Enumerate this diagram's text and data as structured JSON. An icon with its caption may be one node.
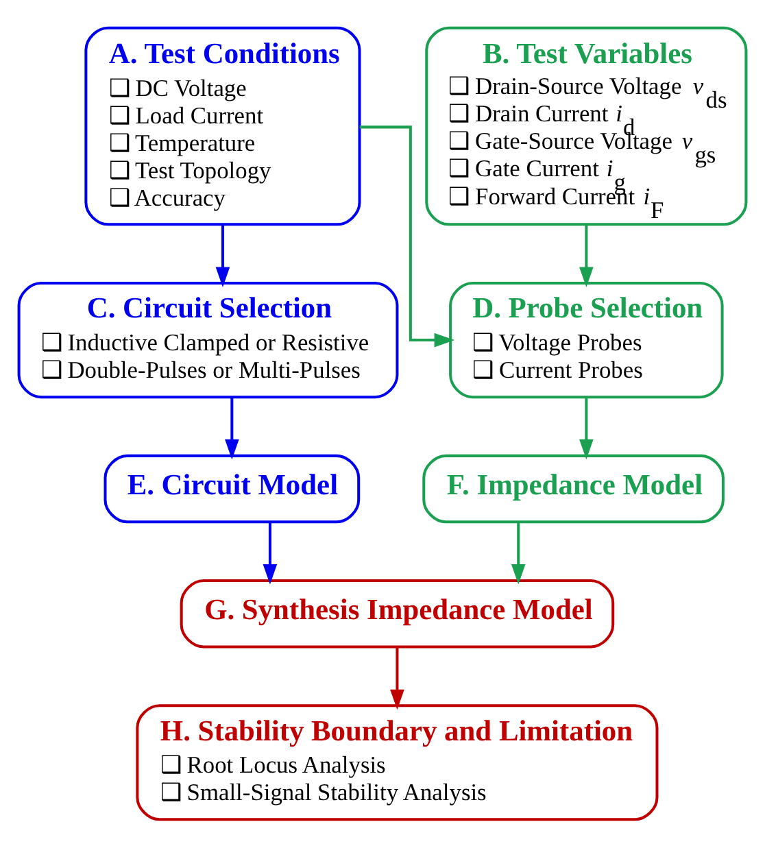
{
  "diagram": {
    "nodes": [
      {
        "text": [
          "A. Test Conditions",
          "❑ DC Voltage",
          "❑ Load Current",
          "❑ Temperature",
          "❑ Test Topology",
          "❑ Accuracy"
        ]
      },
      {
        "text": [
          "B. Test Variables",
          "❑ Drain-Source Voltage *v*$_{ds}$",
          "❑ Drain Current *i*$_{d}$",
          "❑ Gate-Source Voltage *v*$_{gs}$",
          "❑ Gate Current *i*$_{g}$",
          "❑ Forward Current *i*$_{F}$"
        ]
      },
      {
        "text": [
          "C. Circuit Selection",
          "❑ Inductive Clamped or Resistive",
          "❑ Double-Pulses or Multi-Pulses"
        ]
      },
      {
        "text": [
          "D. Probe Selection",
          "❑ Voltage Probes",
          "❑ Current Probes"
        ]
      },
      {
        "text": [
          "E. Circuit Model"
        ]
      },
      {
        "text": [
          "F. Impedance Model"
        ]
      },
      {
        "text": [
          "G. Synthesis Impedance Model"
        ]
      },
      {
        "text": [
          "H. Stability Boundary and Limitation",
          "❑ Root Locus Analysis",
          "❑ Small-Signal Stability Analysis"
        ]
      }
    ],
    "edges": [
      {
        "from": 0,
        "to": 2,
        "arrow": "to",
        "color": "#0000ee"
      },
      {
        "from": 0,
        "to": 3,
        "arrow": "to",
        "color": "#1aa050"
      },
      {
        "from": 1,
        "to": 3,
        "arrow": "to",
        "color": "#1aa050"
      },
      {
        "from": 2,
        "to": 4,
        "arrow": "to",
        "color": "#0000ee"
      },
      {
        "from": 3,
        "to": 5,
        "arrow": "to",
        "color": "#1aa050"
      },
      {
        "from": 4,
        "to": 6,
        "arrow": "to",
        "color": "#0000ee"
      },
      {
        "from": 5,
        "to": 6,
        "arrow": "to",
        "color": "#1aa050"
      },
      {
        "from": 6,
        "to": 7,
        "arrow": "to",
        "color": "#c00000"
      }
    ]
  }
}
